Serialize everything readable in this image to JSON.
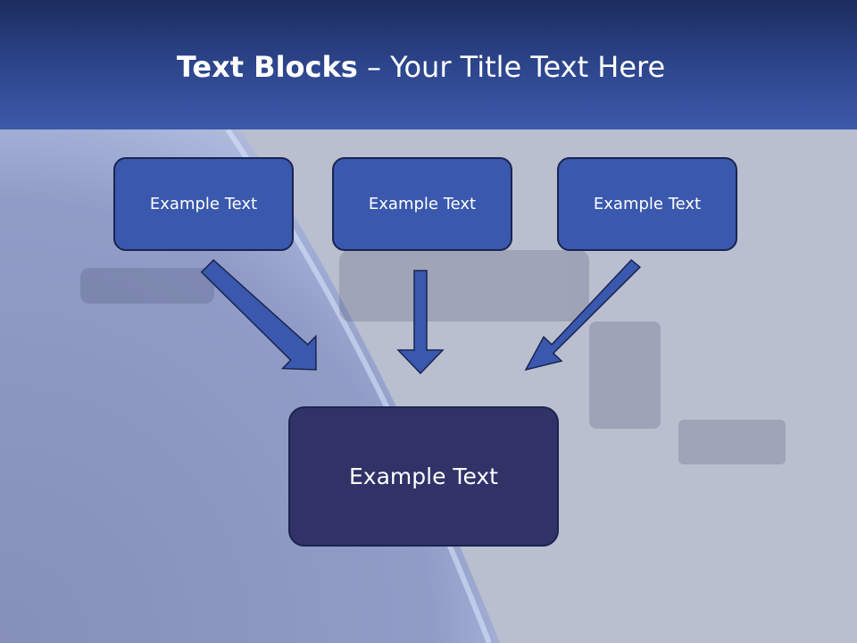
{
  "header": {
    "title_bold": "Text Blocks",
    "title_dash": " – ",
    "title_rest": "Your Title Text Here"
  },
  "diagram": {
    "blocks": [
      {
        "label": "Example Text"
      },
      {
        "label": "Example Text"
      },
      {
        "label": "Example Text"
      }
    ],
    "target": {
      "label": "Example Text"
    }
  },
  "colors": {
    "header": "#2e478f",
    "block": "#3a58ad",
    "target": "#313268",
    "arrow": "#3a58ad",
    "outline": "#1a2450"
  }
}
